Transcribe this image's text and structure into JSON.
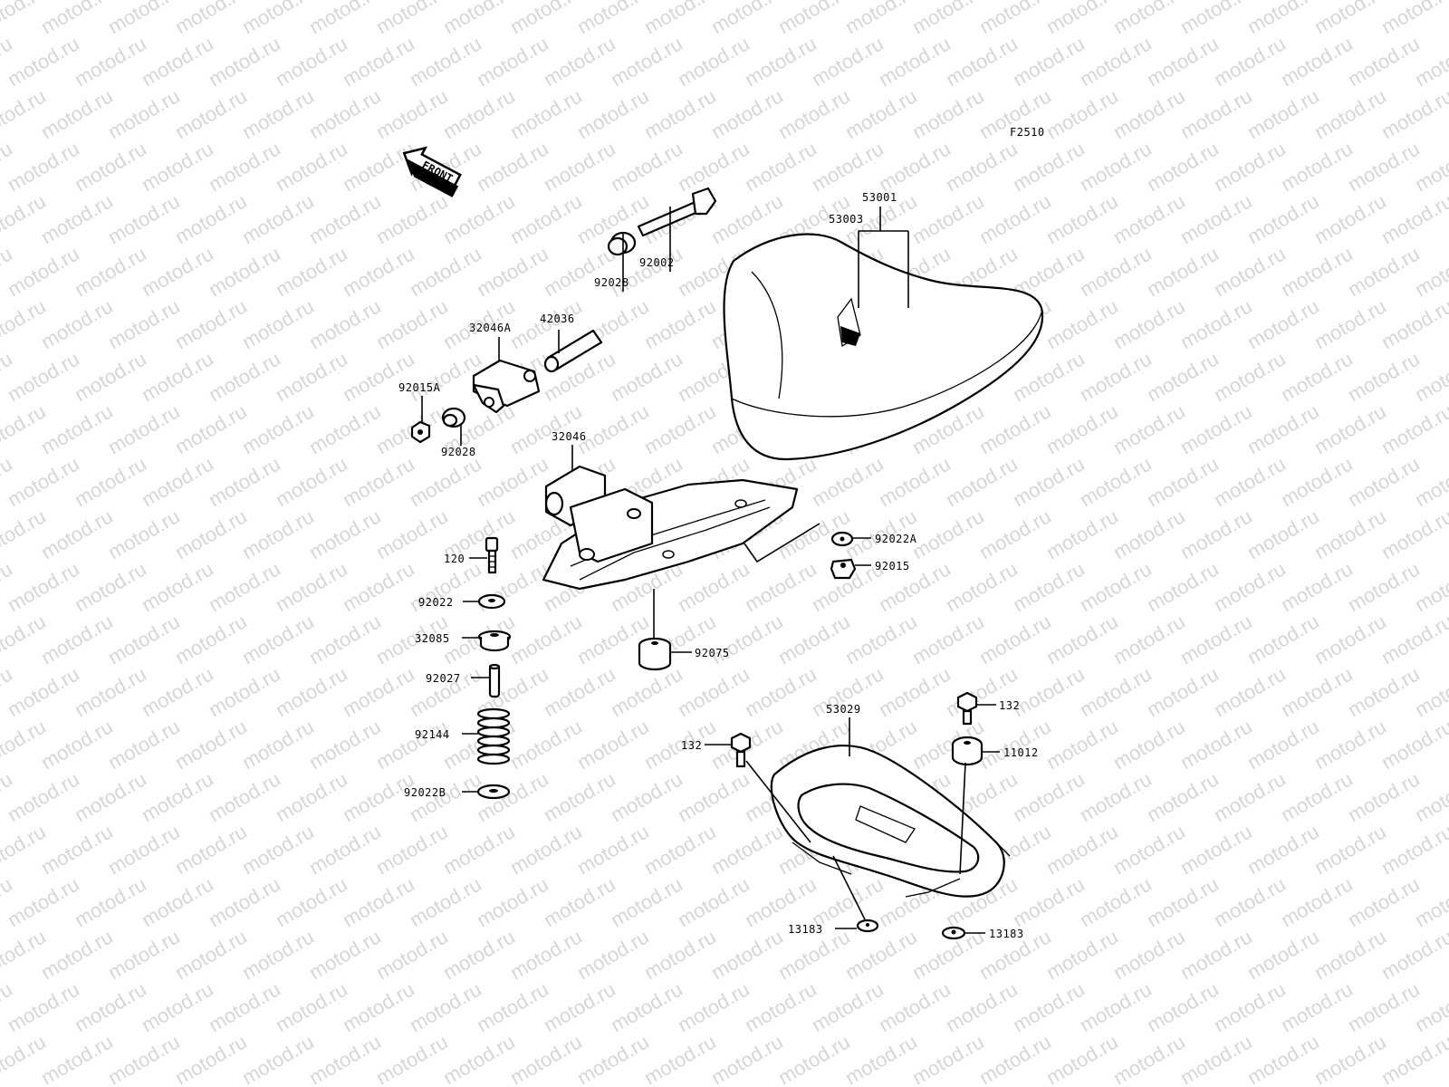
{
  "watermark": {
    "text": "motod.ru"
  },
  "figure_id": "F2510",
  "front_arrow": {
    "label": "FRONT"
  },
  "parts": {
    "p53001": "53001",
    "p53003": "53003",
    "p92002": "92002",
    "p92028_top": "92028",
    "p42036": "42036",
    "p32046A": "32046A",
    "p92015A": "92015A",
    "p92028_bottom": "92028",
    "p32046": "32046",
    "p92022A": "92022A",
    "p92015": "92015",
    "p120": "120",
    "p92022": "92022",
    "p32085": "32085",
    "p92075": "92075",
    "p92027": "92027",
    "p92144": "92144",
    "p92022B": "92022B",
    "p53029": "53029",
    "p132_right": "132",
    "p132_left": "132",
    "p11012": "11012",
    "p13183_left": "13183",
    "p13183_right": "13183"
  }
}
